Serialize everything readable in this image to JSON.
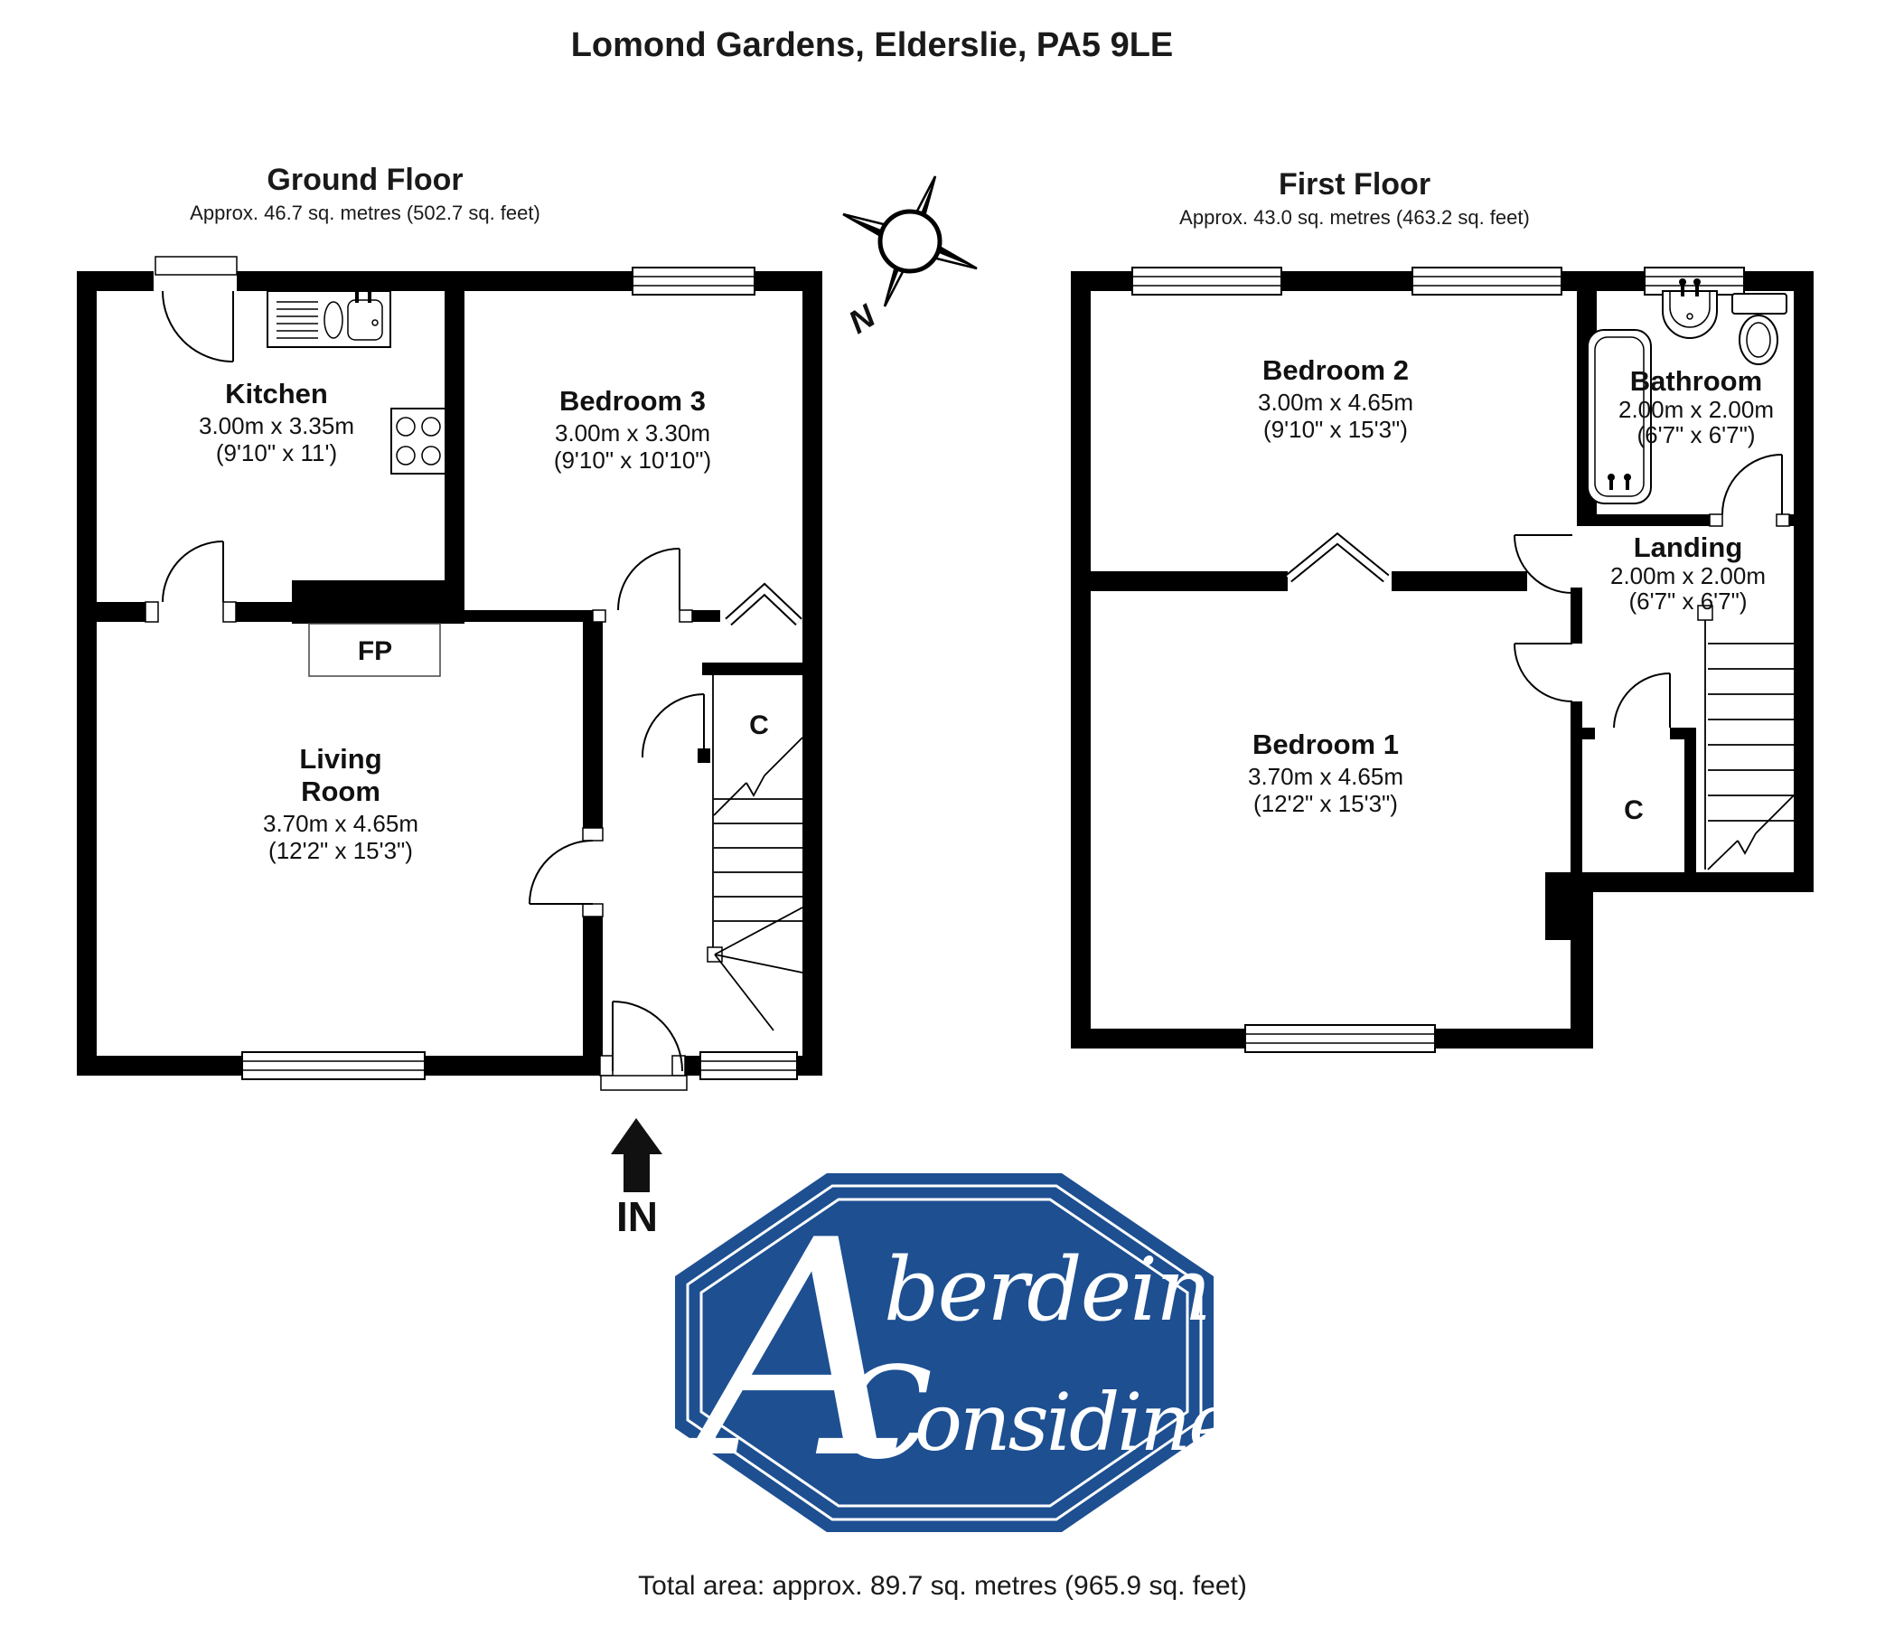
{
  "title": "Lomond Gardens, Elderslie, PA5 9LE",
  "floors": {
    "ground": {
      "name": "Ground Floor",
      "area": "Approx. 46.7 sq. metres (502.7 sq. feet)"
    },
    "first": {
      "name": "First Floor",
      "area": "Approx. 43.0 sq. metres (463.2 sq. feet)"
    }
  },
  "rooms": {
    "kitchen": {
      "name": "Kitchen",
      "metric": "3.00m x 3.35m",
      "imperial": "(9'10\" x 11')"
    },
    "bedroom3": {
      "name": "Bedroom 3",
      "metric": "3.00m x 3.30m",
      "imperial": "(9'10\" x 10'10\")"
    },
    "living_room": {
      "name_line1": "Living",
      "name_line2": "Room",
      "metric": "3.70m x 4.65m",
      "imperial": "(12'2\" x 15'3\")"
    },
    "bedroom2": {
      "name": "Bedroom 2",
      "metric": "3.00m x 4.65m",
      "imperial": "(9'10\" x 15'3\")"
    },
    "bathroom": {
      "name": "Bathroom",
      "metric": "2.00m x 2.00m",
      "imperial": "(6'7\" x 6'7\")"
    },
    "landing": {
      "name": "Landing",
      "metric": "2.00m x 2.00m",
      "imperial": "(6'7\" x 6'7\")"
    },
    "bedroom1": {
      "name": "Bedroom 1",
      "metric": "3.70m x 4.65m",
      "imperial": "(12'2\" x 15'3\")"
    }
  },
  "markers": {
    "fireplace": "FP",
    "cupboard": "C",
    "entrance": "IN",
    "compass_north": "N"
  },
  "logo": {
    "brand_name": "Aberdein Considine",
    "initial": "A",
    "line1": "berdein",
    "line2_initial": "C",
    "line2_rest": "onsidine",
    "color": "#1d4f91"
  },
  "total_area": "Total area: approx. 89.7 sq. metres (965.9 sq. feet)",
  "colors": {
    "walls": "#000000",
    "background": "#ffffff",
    "logo_blue": "#1d4f91"
  }
}
